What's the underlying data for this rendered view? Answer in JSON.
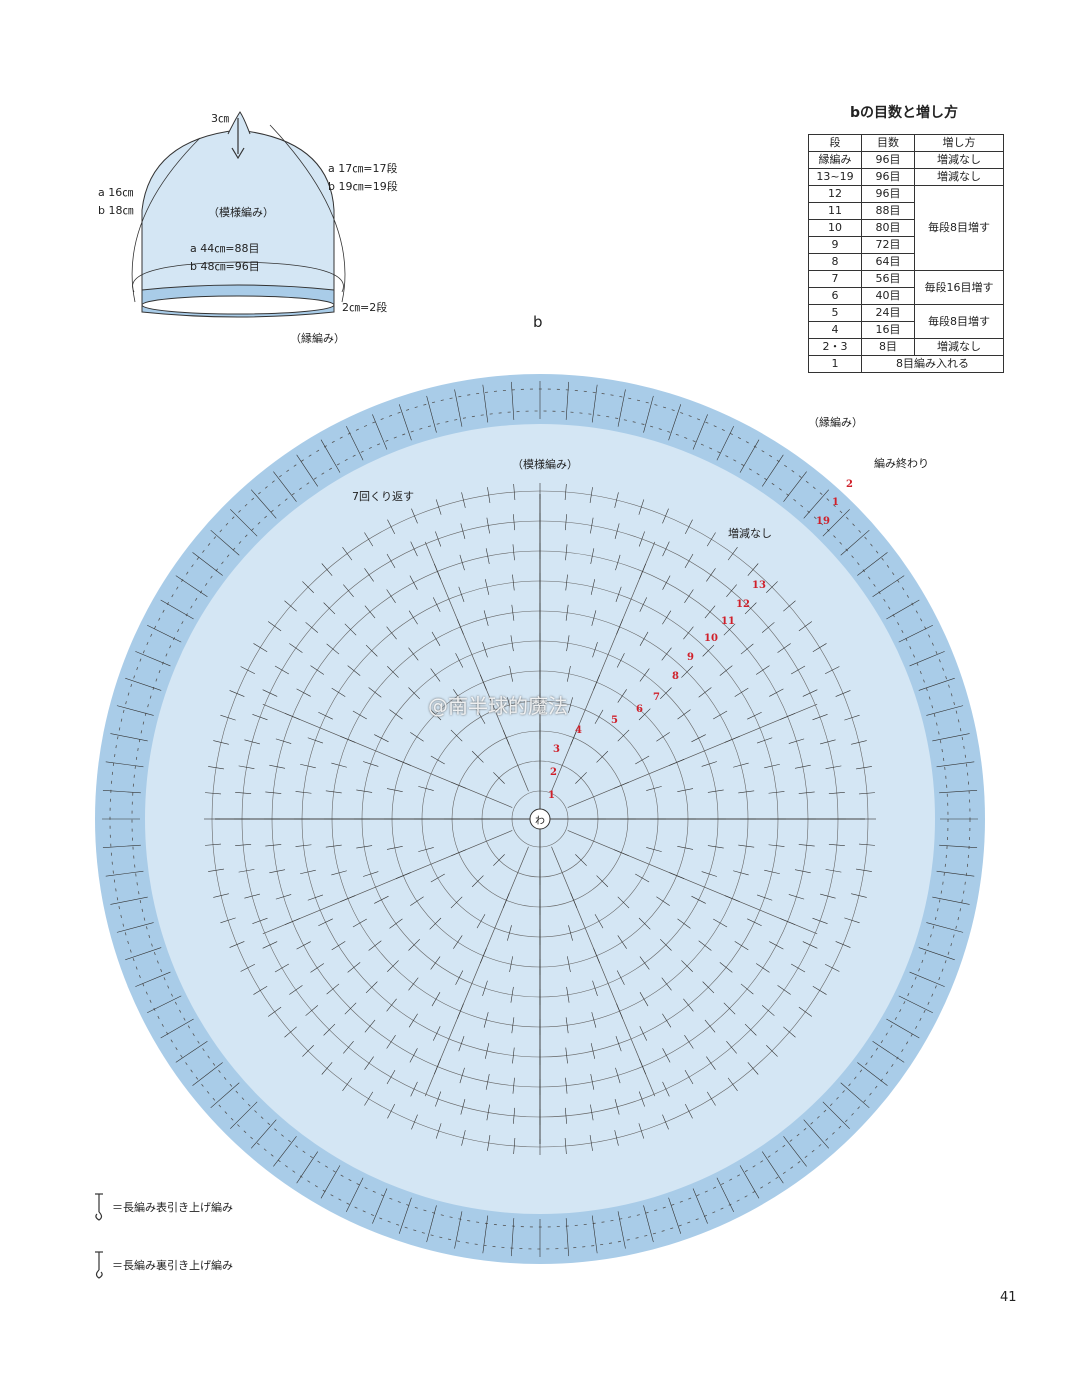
{
  "colors": {
    "band": "#a9cce8",
    "fill": "#d4e6f4",
    "line": "#333333",
    "accent": "#d0202a"
  },
  "hat": {
    "top_note": "3㎝",
    "a_height": "a 16㎝",
    "b_height": "b 18㎝",
    "a_rows": "a 17㎝=17段",
    "b_rows": "b 19㎝=19段",
    "pattern_label": "（模様編み）",
    "a_circ": "a 44㎝=88目",
    "b_circ": "b 48㎝=96目",
    "edge_rows": "2㎝=2段",
    "edge_label": "（縁編み）"
  },
  "table": {
    "title": "bの目数と増し方",
    "headers": [
      "段",
      "目数",
      "増し方"
    ],
    "rows": [
      [
        "縁編み",
        "96目",
        "増減なし"
      ],
      [
        "13~19",
        "96目",
        "増減なし"
      ],
      [
        "12",
        "96目",
        "毎段8目増す"
      ],
      [
        "11",
        "88目",
        ""
      ],
      [
        "10",
        "80目",
        ""
      ],
      [
        "9",
        "72目",
        ""
      ],
      [
        "8",
        "64目",
        ""
      ],
      [
        "7",
        "56目",
        "毎段16目増す"
      ],
      [
        "6",
        "40目",
        ""
      ],
      [
        "5",
        "24目",
        "毎段8目増す"
      ],
      [
        "4",
        "16目",
        ""
      ],
      [
        "2・3",
        "8目",
        "増減なし"
      ],
      [
        "1",
        "8目編み入れる",
        ""
      ]
    ]
  },
  "diagram": {
    "title": "b",
    "edge_label": "（縁編み）",
    "end_label": "編み終わり",
    "pattern_label": "（模様編み）",
    "repeat_label": "7回くり返す",
    "no_change_label": "増減なし",
    "center_label": "わ",
    "row_numbers": [
      "1",
      "2",
      "3",
      "4",
      "5",
      "6",
      "7",
      "8",
      "9",
      "10",
      "11",
      "12",
      "13",
      "19",
      "1",
      "2"
    ]
  },
  "legend": [
    {
      "icon": "front-post-dc-icon",
      "text": "＝長編み表引き上げ編み"
    },
    {
      "icon": "back-post-dc-icon",
      "text": "＝長編み裏引き上げ編み"
    }
  ],
  "watermark": "@南半球的魔法",
  "page_number": "41"
}
